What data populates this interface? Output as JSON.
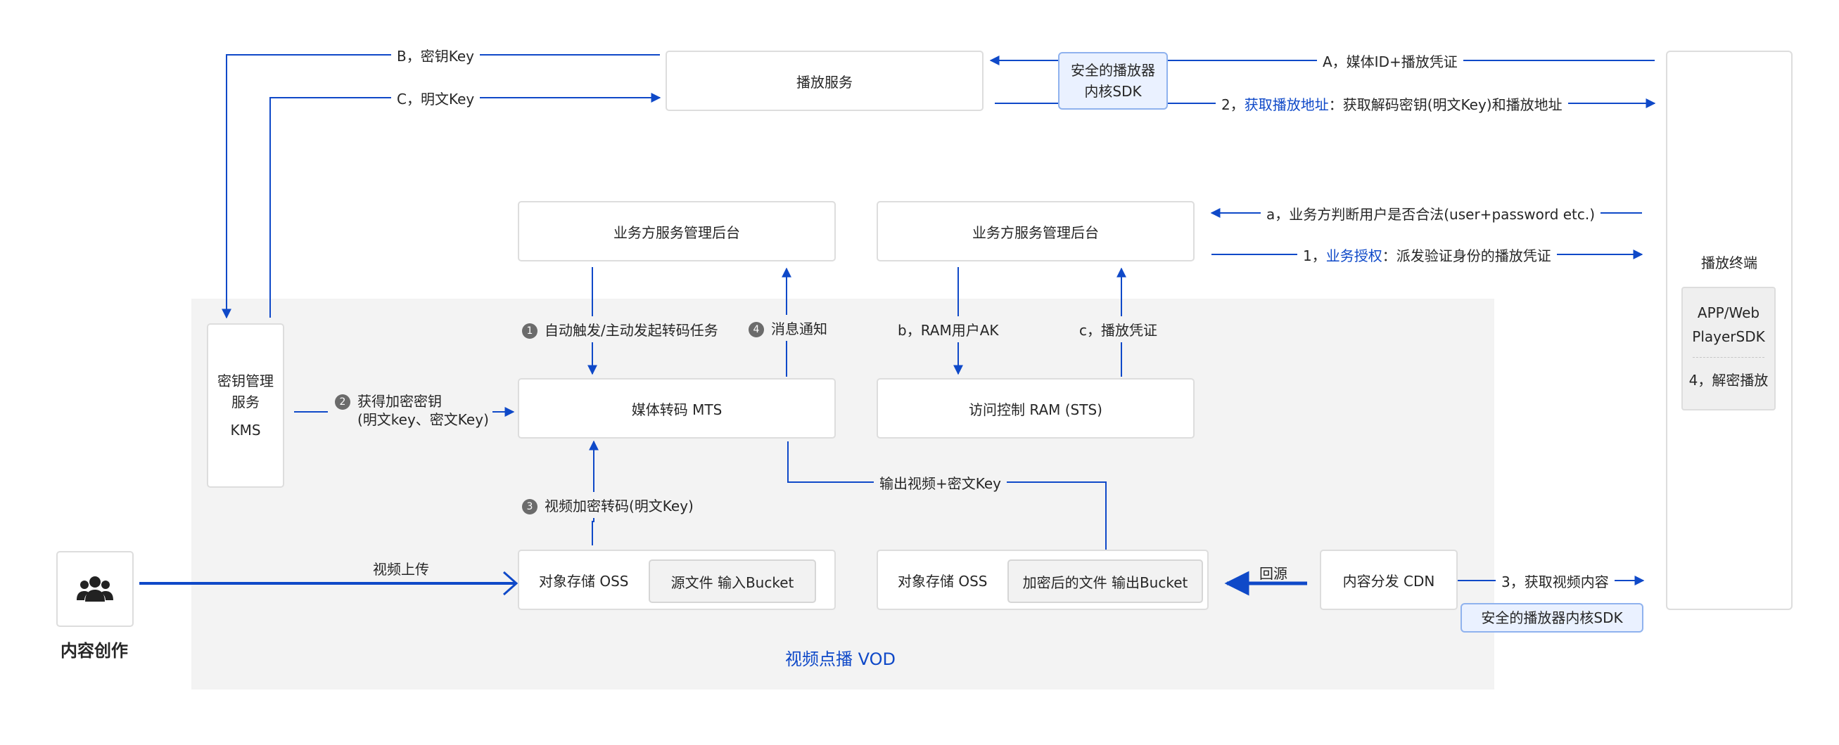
{
  "boxes": {
    "play_service": "播放服务",
    "sdk_top_l1": "安全的播放器",
    "sdk_top_l2": "内核SDK",
    "biz_admin_left": "业务方服务管理后台",
    "biz_admin_right": "业务方服务管理后台",
    "kms_l1": "密钥管理",
    "kms_l2": "服务",
    "kms_l3": "KMS",
    "mts": "媒体转码 MTS",
    "ram": "访问控制 RAM (STS)",
    "oss_left": "对象存储 OSS",
    "oss_left_inner": "源文件 输入Bucket",
    "oss_right": "对象存储 OSS",
    "oss_right_inner": "加密后的文件 输出Bucket",
    "cdn": "内容分发 CDN",
    "sdk_bottom": "安全的播放器内核SDK",
    "terminal_title": "播放终端",
    "terminal_app_l1": "APP/Web",
    "terminal_app_l2": "PlayerSDK",
    "terminal_decrypt": "4，解密播放",
    "content_creation": "内容创作",
    "vod_title": "视频点播 VOD"
  },
  "labels": {
    "b_key": "B，密钥Key",
    "c_key": "C，明文Key",
    "a_media": "A，媒体ID+播放凭证",
    "step2_prefix": "2，",
    "step2_link": "获取播放地址",
    "step2_suffix": "：获取解码密钥(明文Key)和播放地址",
    "a_judge": "a，业务方判断用户是否合法(user+password etc.)",
    "step1_prefix": "1，",
    "step1_link": "业务授权",
    "step1_suffix": "：派发验证身份的播放凭证",
    "auto_trigger_num": "1",
    "auto_trigger": "自动触发/主动发起转码任务",
    "notify_num": "4",
    "notify": "消息通知",
    "ram_ak": "b，RAM用户AK",
    "play_cred": "c，播放凭证",
    "get_key_num": "2",
    "get_key_l1": "获得加密密钥",
    "get_key_l2": "(明文key、密文Key)",
    "encrypt_num": "3",
    "encrypt": "视频加密转码(明文Key)",
    "output": "输出视频+密文Key",
    "upload": "视频上传",
    "back_source": "回源",
    "step3": "3，获取视频内容"
  },
  "colors": {
    "arrow": "#0f49c8",
    "box_border": "#dddddd",
    "vod_bg": "#f3f3f3",
    "sdk_bg": "#eaf1ff"
  },
  "icons": {
    "users": "users-icon"
  }
}
